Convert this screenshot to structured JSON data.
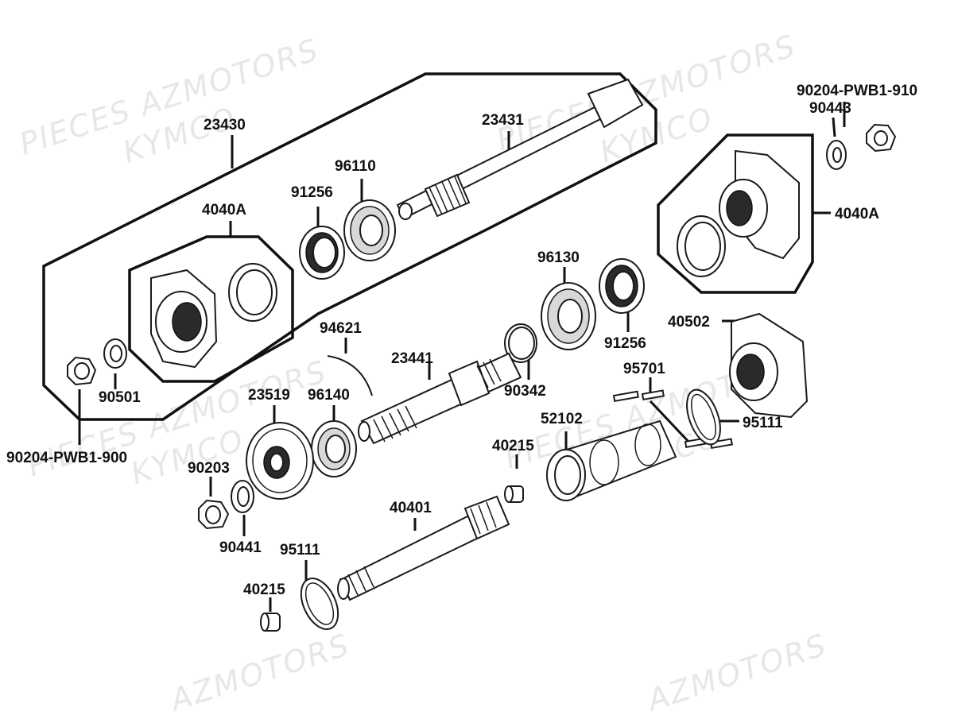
{
  "watermark": {
    "line1": "PIECES AZMOTORS",
    "line2": "KYMCO",
    "line3": "AZMOTORS"
  },
  "labels": {
    "p23430": "23430",
    "p23431": "23431",
    "p4040A_left": "4040A",
    "p91256_top": "91256",
    "p96110": "96110",
    "p90501": "90501",
    "p90204_900": "90204-PWB1-900",
    "p90204_910": "90204-PWB1-910",
    "p90443": "90443",
    "p4040A_right": "4040A",
    "p96130": "96130",
    "p91256_mid": "91256",
    "p40502": "40502",
    "p94621": "94621",
    "p23441": "23441",
    "p90342": "90342",
    "p23519": "23519",
    "p96140": "96140",
    "p95701": "95701",
    "p95111_right": "95111",
    "p52102": "52102",
    "p40215_mid": "40215",
    "p90203": "90203",
    "p90441": "90441",
    "p40401": "40401",
    "p95111_low": "95111",
    "p40215_low": "40215"
  }
}
